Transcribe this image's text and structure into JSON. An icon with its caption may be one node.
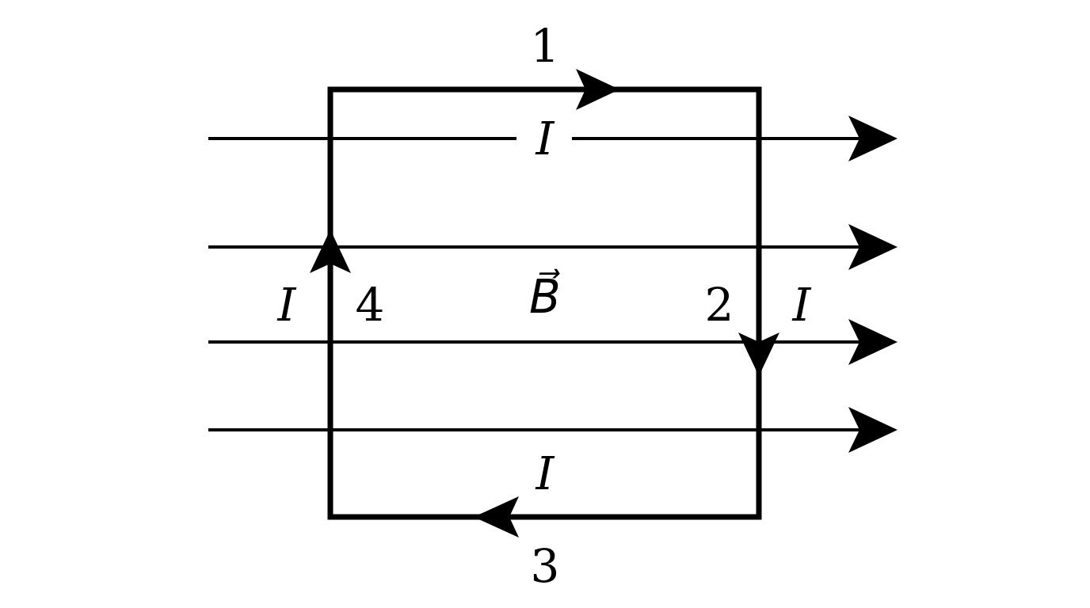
{
  "diagram": {
    "labels": [
      "1",
      "I",
      "I",
      "4",
      "B⃗",
      "2",
      "I",
      "I",
      "3"
    ]
  }
}
